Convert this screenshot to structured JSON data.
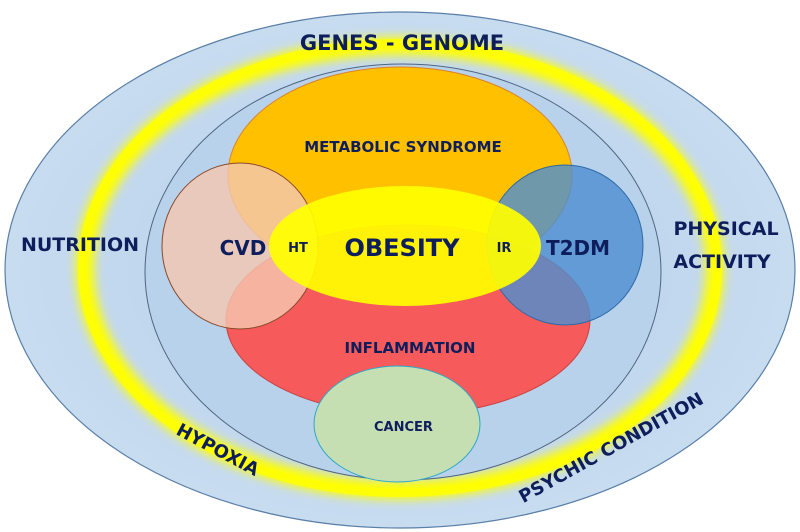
{
  "diagram": {
    "outer_labels": {
      "top": "GENES - GENOME",
      "left": "NUTRITION",
      "right_line1": "PHYSICAL",
      "right_line2": "ACTIVITY",
      "bottom_left": "HYPOXIA",
      "bottom_right": "PSYCHIC CONDITION"
    },
    "regions": {
      "metabolic_syndrome": "METABOLIC SYNDROME",
      "cvd": "CVD",
      "ht": "HT",
      "obesity": "OBESITY",
      "ir": "IR",
      "t2dm": "T2DM",
      "inflammation": "INFLAMMATION",
      "cancer": "CANCER"
    },
    "colors": {
      "outer_fill": "#bcd4ec",
      "glow_ring": "#ffff00",
      "metabolic": "#ffc000",
      "cvd": "#f4c7b0",
      "obesity": "#ffff00",
      "t2dm": "#4f8fd0",
      "inflammation": "#f65a5a",
      "cancer": "#c5dfb3",
      "text": "#0e1e5c"
    }
  }
}
